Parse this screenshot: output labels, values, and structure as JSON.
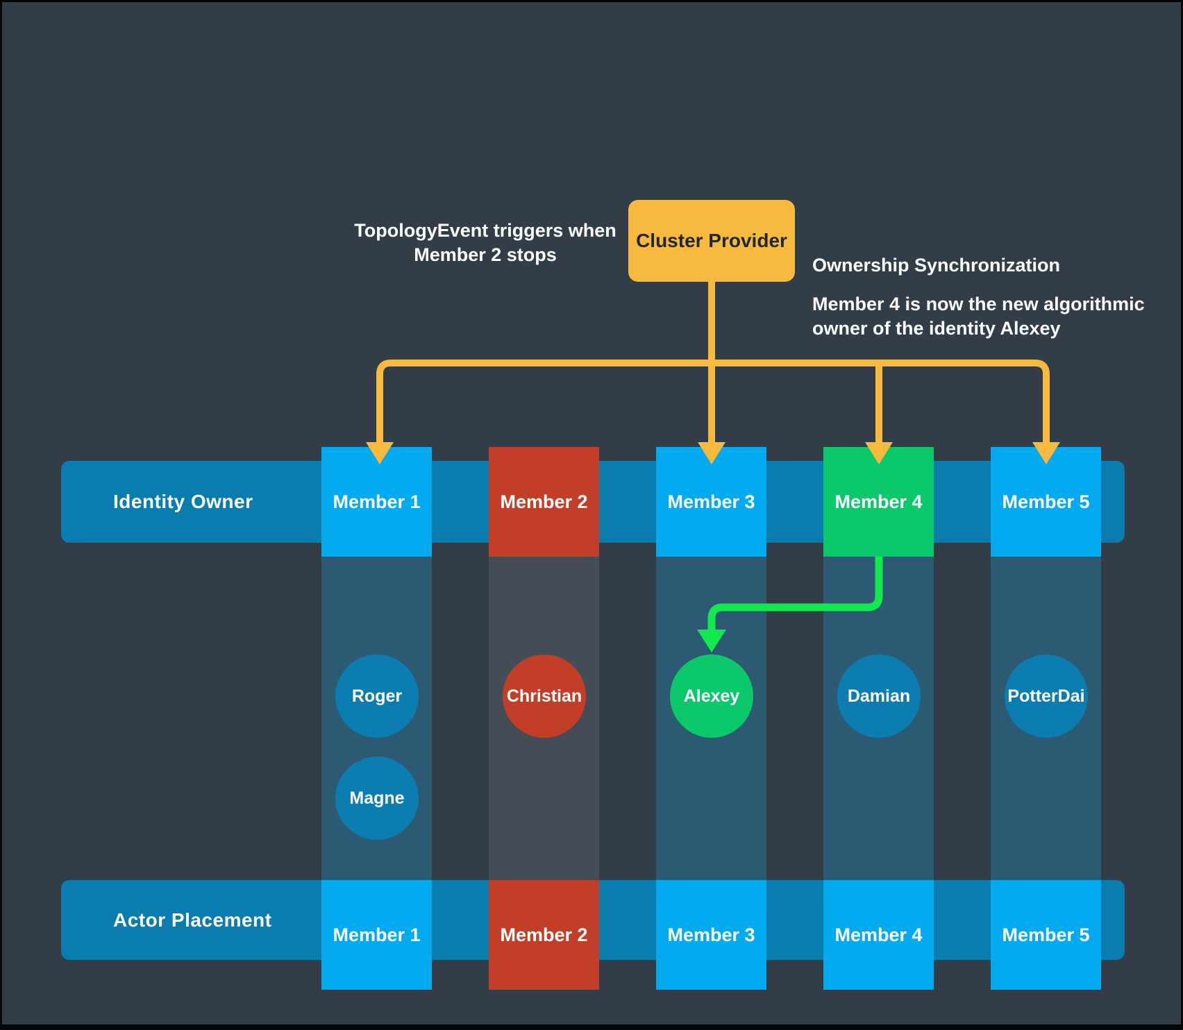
{
  "diagram_title": "Cluster ownership synchronization diagram",
  "colors": {
    "background": "#323D47",
    "bar_blue": "#0B7CAE",
    "member_blue": "#04AAF0",
    "member_stopped_red": "#C23E28",
    "member_new_owner_green": "#0BC96A",
    "column_blue": "#2B5A72",
    "column_stopped_gray": "#444D56",
    "arrow_orange": "#F7BA3E",
    "arrow_green": "#12E94F",
    "identity_circle_blue": "#0C7DB0"
  },
  "cluster_provider": {
    "label": "Cluster Provider"
  },
  "annotations": {
    "topology_event_line1": "TopologyEvent triggers when",
    "topology_event_line2": "Member 2 stops",
    "ownership_title": "Ownership Synchronization",
    "ownership_line1": "Member 4 is now the new algorithmic",
    "ownership_line2": "owner of the identity Alexey"
  },
  "identity_owner_row": {
    "label": "Identity Owner",
    "members": [
      {
        "label": "Member 1",
        "status": "running"
      },
      {
        "label": "Member 2",
        "status": "stopped"
      },
      {
        "label": "Member 3",
        "status": "running"
      },
      {
        "label": "Member 4",
        "status": "new-owner"
      },
      {
        "label": "Member 5",
        "status": "running"
      }
    ]
  },
  "actor_placement_row": {
    "label": "Actor Placement",
    "members": [
      {
        "label": "Member 1",
        "status": "running"
      },
      {
        "label": "Member 2",
        "status": "stopped"
      },
      {
        "label": "Member 3",
        "status": "running"
      },
      {
        "label": "Member 4",
        "status": "running"
      },
      {
        "label": "Member 5",
        "status": "running"
      }
    ]
  },
  "identities": [
    {
      "name": "Roger",
      "column": 1,
      "status": "running"
    },
    {
      "name": "Magne",
      "column": 1,
      "status": "running"
    },
    {
      "name": "Christian",
      "column": 2,
      "status": "stopped"
    },
    {
      "name": "Alexey",
      "column": 3,
      "status": "new-owner"
    },
    {
      "name": "Damian",
      "column": 4,
      "status": "running"
    },
    {
      "name": "PotterDai",
      "column": 5,
      "status": "running"
    }
  ]
}
